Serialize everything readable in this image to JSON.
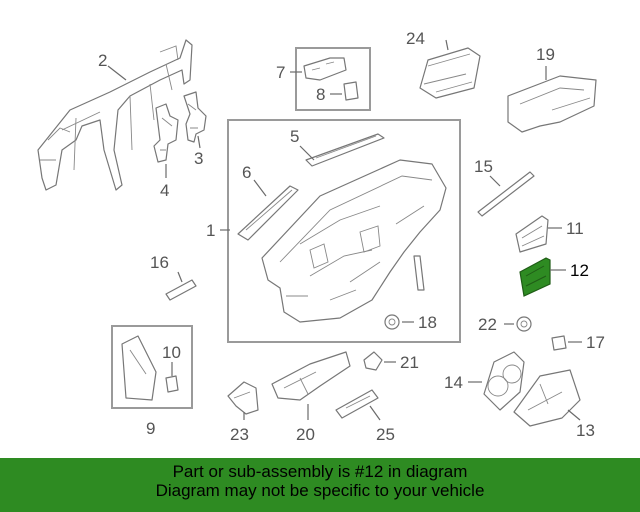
{
  "diagram": {
    "highlight_color": "#2e8b22",
    "labels": {
      "p1": "1",
      "p2": "2",
      "p3": "3",
      "p4": "4",
      "p5": "5",
      "p6": "6",
      "p7": "7",
      "p8": "8",
      "p9": "9",
      "p10": "10",
      "p11": "11",
      "p12": "12",
      "p13": "13",
      "p14": "14",
      "p15": "15",
      "p16": "16",
      "p17": "17",
      "p18": "18",
      "p19": "19",
      "p20": "20",
      "p21": "21",
      "p22": "22",
      "p23": "23",
      "p24": "24",
      "p25": "25"
    }
  },
  "banner": {
    "line1": "Part or sub-assembly is #12 in diagram",
    "line2": "Diagram may not be specific to your vehicle",
    "background": "#2e8b22"
  }
}
